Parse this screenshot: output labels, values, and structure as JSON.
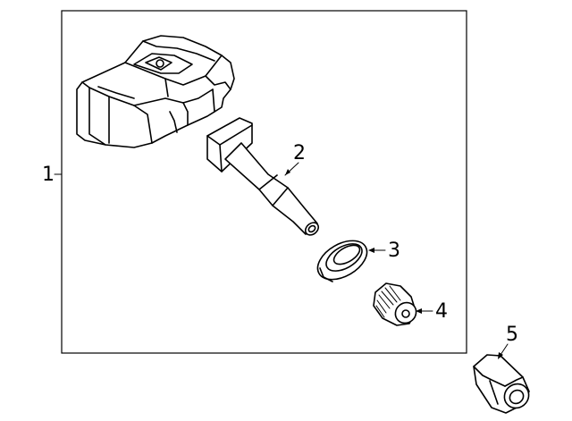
{
  "callouts": {
    "c1": "1",
    "c2": "2",
    "c3": "3",
    "c4": "4",
    "c5": "5"
  },
  "parts": [
    {
      "callout": "1",
      "icon": "tpms-sensor-assembly-icon"
    },
    {
      "callout": "2",
      "icon": "valve-stem-icon"
    },
    {
      "callout": "3",
      "icon": "grommet-icon"
    },
    {
      "callout": "4",
      "icon": "valve-cap-icon"
    },
    {
      "callout": "5",
      "icon": "valve-nut-icon"
    }
  ],
  "colors": {
    "line": "#000000",
    "background": "#ffffff"
  }
}
